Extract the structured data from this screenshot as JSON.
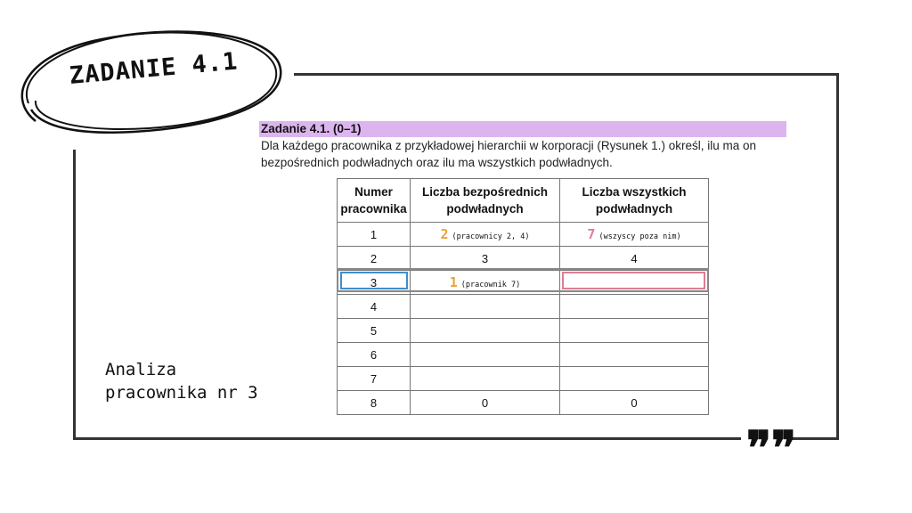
{
  "badge": {
    "label": "ZADANIE 4.1"
  },
  "task": {
    "title": "Zadanie 4.1. (0–1)",
    "description": "Dla każdego pracownika z przykładowej hierarchii w korporacji (Rysunek 1.) określ, ilu ma on bezpośrednich podwładnych oraz ilu ma wszystkich podwładnych."
  },
  "table": {
    "headers": [
      "Numer pracownika",
      "Liczba bezpośrednich podwładnych",
      "Liczba wszystkich podwładnych"
    ],
    "rows": [
      {
        "num": "1",
        "direct_num": "2",
        "direct_note": "(pracownicy 2, 4)",
        "all_num": "7",
        "all_note": "(wszyscy poza nim)"
      },
      {
        "num": "2",
        "direct": "3",
        "all": "4"
      },
      {
        "num": "3",
        "direct_num": "1",
        "direct_note": "(pracownik 7)",
        "all": ""
      },
      {
        "num": "4",
        "direct": "",
        "all": ""
      },
      {
        "num": "5",
        "direct": "",
        "all": ""
      },
      {
        "num": "6",
        "direct": "",
        "all": ""
      },
      {
        "num": "7",
        "direct": "",
        "all": ""
      },
      {
        "num": "8",
        "direct": "0",
        "all": "0"
      }
    ]
  },
  "side_note": {
    "line1": "Analiza",
    "line2": "pracownika nr 3"
  },
  "colors": {
    "title_bg": "#dcb5ef",
    "hand_orange": "#e8a23a",
    "hand_pink": "#e07d93",
    "hand_blue": "#3d8fd1"
  },
  "icons": {
    "quote": "quote-marks-icon"
  }
}
